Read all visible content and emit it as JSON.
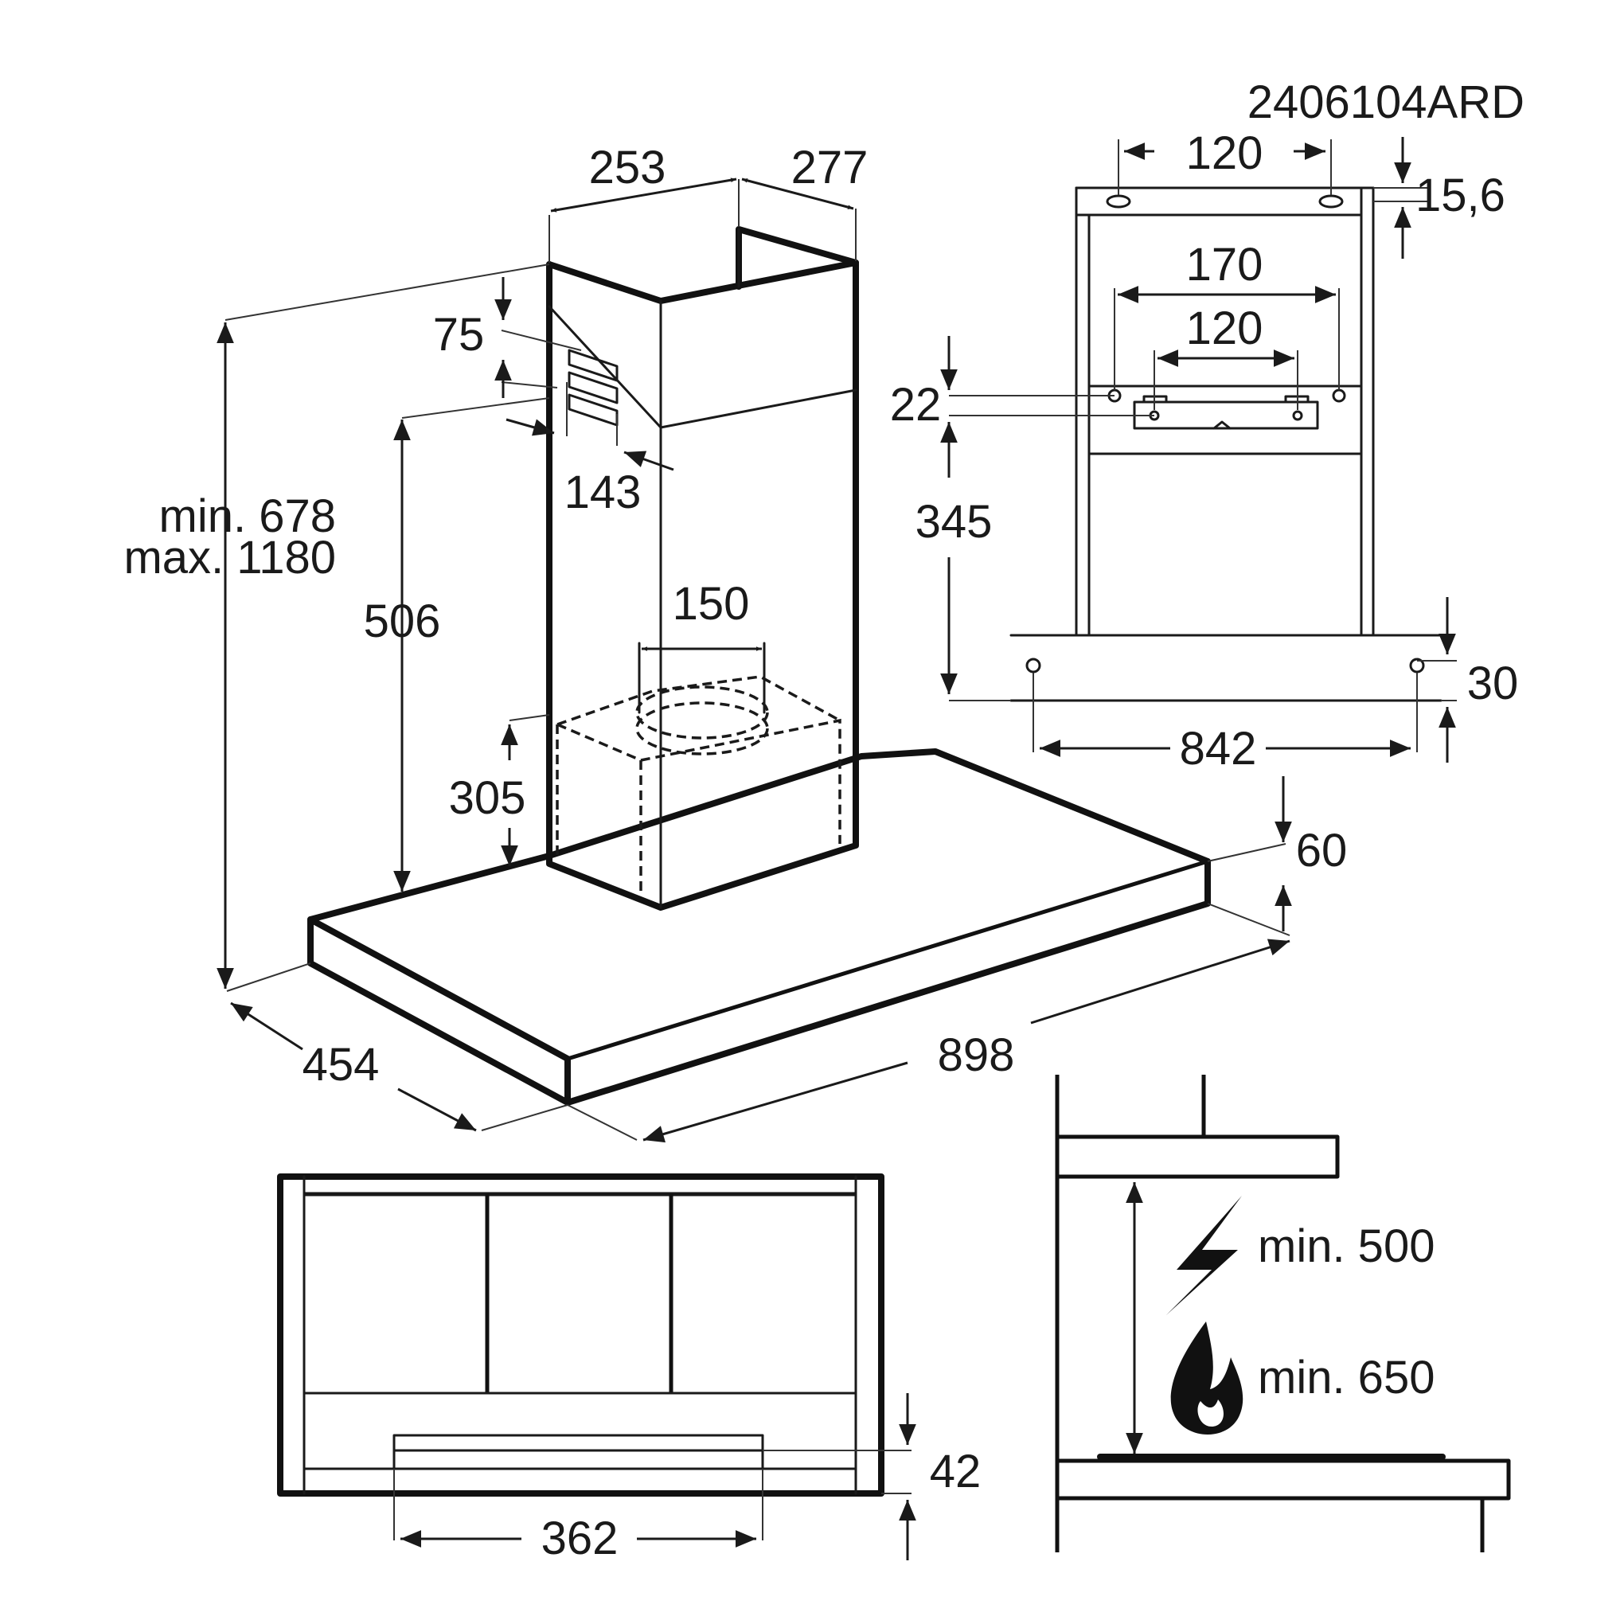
{
  "model_code": "2406104ARD",
  "main_view": {
    "chimney_width": "253",
    "chimney_depth": "277",
    "vent_height": "75",
    "vent_depth": "143",
    "total_height": {
      "min": "min. 678",
      "max": "max. 1180"
    },
    "chimney_height": "506",
    "outlet_diameter": "150",
    "motor_height": "305",
    "canopy_thickness": "60",
    "depth": "454",
    "width": "898"
  },
  "bracket_view": {
    "top_hole_spacing": "120",
    "top_offset": "15,6",
    "mid_width": "170",
    "inner_spacing": "120",
    "gap": "22",
    "bracket_height": "345",
    "lower_offset": "30",
    "hole_spacing": "842"
  },
  "bottom_view": {
    "panel_height": "42",
    "panel_width": "362"
  },
  "clearance_view": {
    "electric": "min. 500",
    "gas": "min. 650",
    "electric_icon": "lightning-icon",
    "gas_icon": "flame-icon"
  }
}
